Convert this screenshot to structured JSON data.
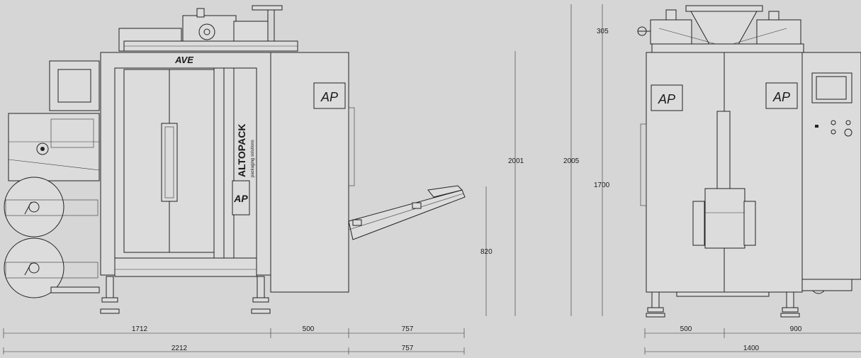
{
  "drawing": {
    "front_view": {
      "header_label": "AVE",
      "brand_text": "ALTOPACK",
      "brand_tagline": "packaging solutions",
      "logo_text": "AP"
    },
    "side_view": {
      "logo_text": "AP"
    },
    "dimensions": {
      "front_bottom_1": "1712",
      "front_bottom_2": "500",
      "front_bottom_3": "757",
      "front_total": "2212",
      "front_total_right": "757",
      "height_chute": "820",
      "height_cabinet": "2001",
      "height_total": "2005",
      "height_top": "305",
      "height_side": "1700",
      "side_bottom_1": "500",
      "side_bottom_2": "900",
      "side_total": "1400"
    }
  }
}
